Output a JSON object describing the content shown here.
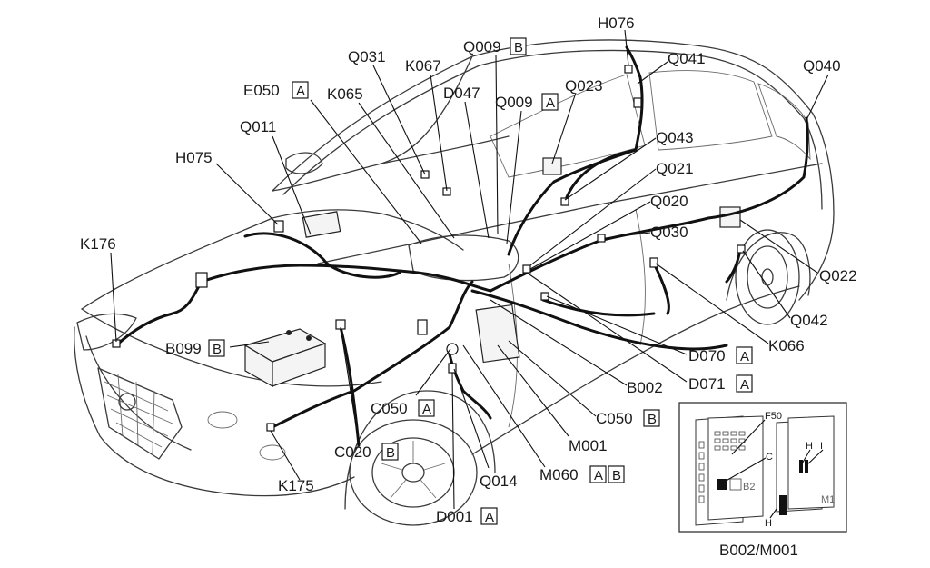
{
  "connectors": [
    {
      "code": "H076",
      "tag": ""
    },
    {
      "code": "Q009",
      "tag": "B"
    },
    {
      "code": "Q041",
      "tag": ""
    },
    {
      "code": "Q040",
      "tag": ""
    },
    {
      "code": "Q031",
      "tag": ""
    },
    {
      "code": "K067",
      "tag": ""
    },
    {
      "code": "Q023",
      "tag": ""
    },
    {
      "code": "E050",
      "tag": "A"
    },
    {
      "code": "D047",
      "tag": ""
    },
    {
      "code": "Q009",
      "tag": "A"
    },
    {
      "code": "K065",
      "tag": ""
    },
    {
      "code": "Q011",
      "tag": ""
    },
    {
      "code": "Q043",
      "tag": ""
    },
    {
      "code": "H075",
      "tag": ""
    },
    {
      "code": "Q021",
      "tag": ""
    },
    {
      "code": "Q020",
      "tag": ""
    },
    {
      "code": "K176",
      "tag": ""
    },
    {
      "code": "Q030",
      "tag": ""
    },
    {
      "code": "Q022",
      "tag": ""
    },
    {
      "code": "Q042",
      "tag": ""
    },
    {
      "code": "B099",
      "tag": "B"
    },
    {
      "code": "K066",
      "tag": ""
    },
    {
      "code": "D070",
      "tag": "A"
    },
    {
      "code": "B002",
      "tag": ""
    },
    {
      "code": "D071",
      "tag": "A"
    },
    {
      "code": "C050",
      "tag": "A"
    },
    {
      "code": "C050",
      "tag": "B"
    },
    {
      "code": "M001",
      "tag": ""
    },
    {
      "code": "C020",
      "tag": "B"
    },
    {
      "code": "M060",
      "tag": "A",
      "tag2": "B"
    },
    {
      "code": "K175",
      "tag": ""
    },
    {
      "code": "Q014",
      "tag": ""
    },
    {
      "code": "D001",
      "tag": "A"
    }
  ],
  "inset": {
    "caption": "B002/M001",
    "labels": {
      "f50": "F50",
      "c": "C",
      "b2": "B2",
      "h_top": "H",
      "i": "I",
      "h_bottom": "H",
      "m1": "M1"
    }
  }
}
